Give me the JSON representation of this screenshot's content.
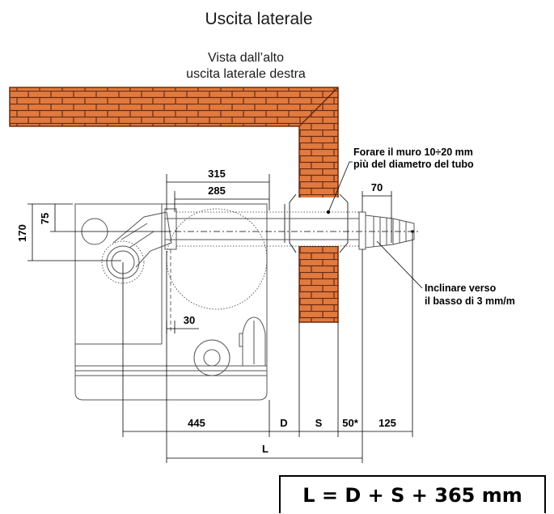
{
  "title": "Uscita laterale",
  "subtitle_line1": "Vista dall’alto",
  "subtitle_line2": "uscita laterale destra",
  "notes": {
    "drill_line1": "Forare il muro 10÷20 mm",
    "drill_line2": "più del diametro del tubo",
    "slope_line1": "Inclinare verso",
    "slope_line2": "il basso di 3 mm/m"
  },
  "dimensions": {
    "d315": "315",
    "d285": "285",
    "d70": "70",
    "d75": "75",
    "d170": "170",
    "d30": "30",
    "d445": "445",
    "dD": "D",
    "dS": "S",
    "d50": "50*",
    "d125": "125",
    "dL": "L"
  },
  "formula": "L = D + S + 365 mm",
  "colors": {
    "brick": "#e07a3f",
    "mortar": "#6b2a10",
    "line": "#000000"
  }
}
